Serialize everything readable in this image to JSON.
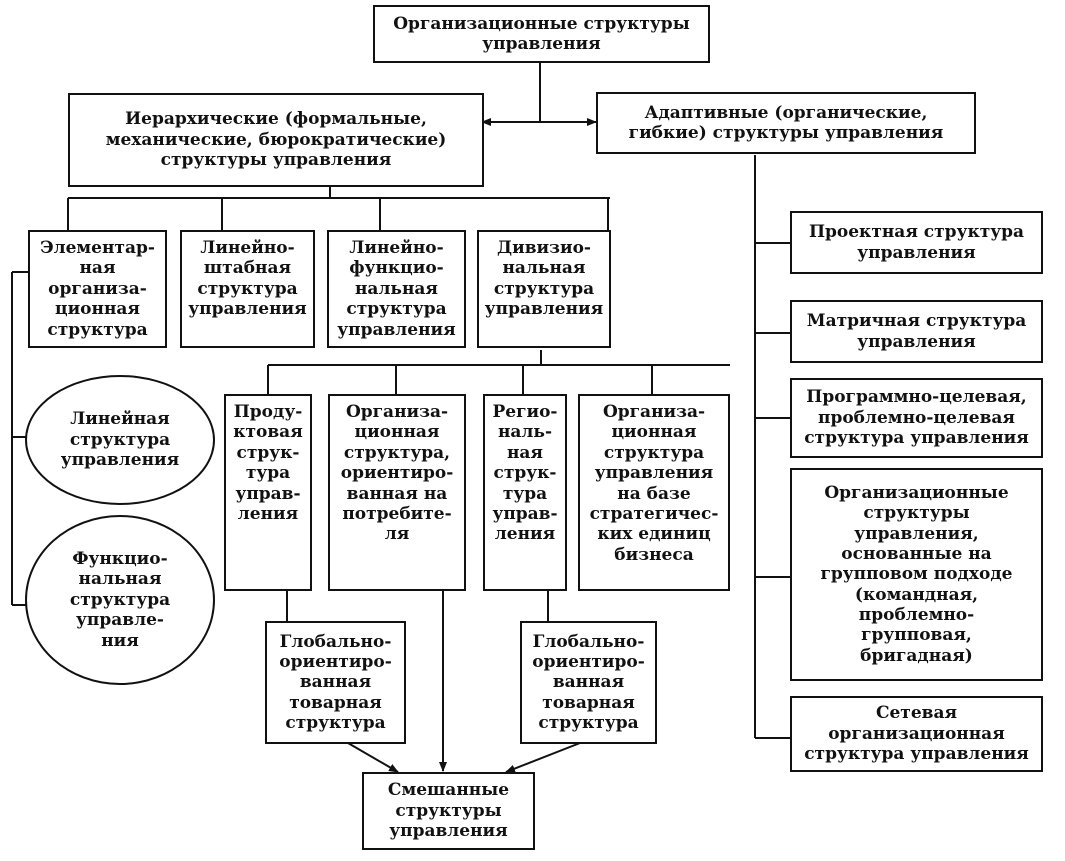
{
  "diagram": {
    "root": "Организационные структуры\nуправления",
    "hierarchical": "Иерархические (формальные,\nмеханические, бюрократические)\nструктуры управления",
    "adaptive": "Адаптивные (органические,\nгибкие) структуры управления",
    "hier_children": [
      "Элементар-\nная\nорганиза-\nционная\nструктура",
      "Линейно-\nштабная\nструктура\nуправления",
      "Линейно-\nфункцио-\nнальная\nструктура\nуправления",
      "Дивизио-\nнальная\nструктура\nуправления"
    ],
    "elementary_children": [
      "Линейная\nструктура\nуправления",
      "Функцио-\nнальная\nструктура\nуправле-\nния"
    ],
    "divisional_children": [
      "Проду-\nктовая\nструк-\nтура\nуправ-\nления",
      "Организа-\nционная\nструктура,\nориентиро-\nванная на\nпотребите-\nля",
      "Регио-\nналь-\nная\nструк-\nтура\nуправ-\nления",
      "Организа-\nционная\nструктура\nуправления\nна базе\nстратегичес-\nких единиц\nбизнеса"
    ],
    "global_left": "Глобально-\nориентиро-\nванная\nтоварная\nструктура",
    "global_right": "Глобально-\nориентиро-\nванная\nтоварная\nструктура",
    "mixed": "Смешанные\nструктуры\nуправления",
    "adaptive_children": [
      "Проектная структура\nуправления",
      "Матричная структура\nуправления",
      "Программно-целевая,\nпроблемно-целевая\nструктура управления",
      "Организационные\nструктуры\nуправления,\nоснованные на\nгрупповом подходе\n(командная,\nпроблемно-\nгрупповая,\nбригадная)",
      "Сетевая\nорганизационная\nструктура управления"
    ]
  }
}
